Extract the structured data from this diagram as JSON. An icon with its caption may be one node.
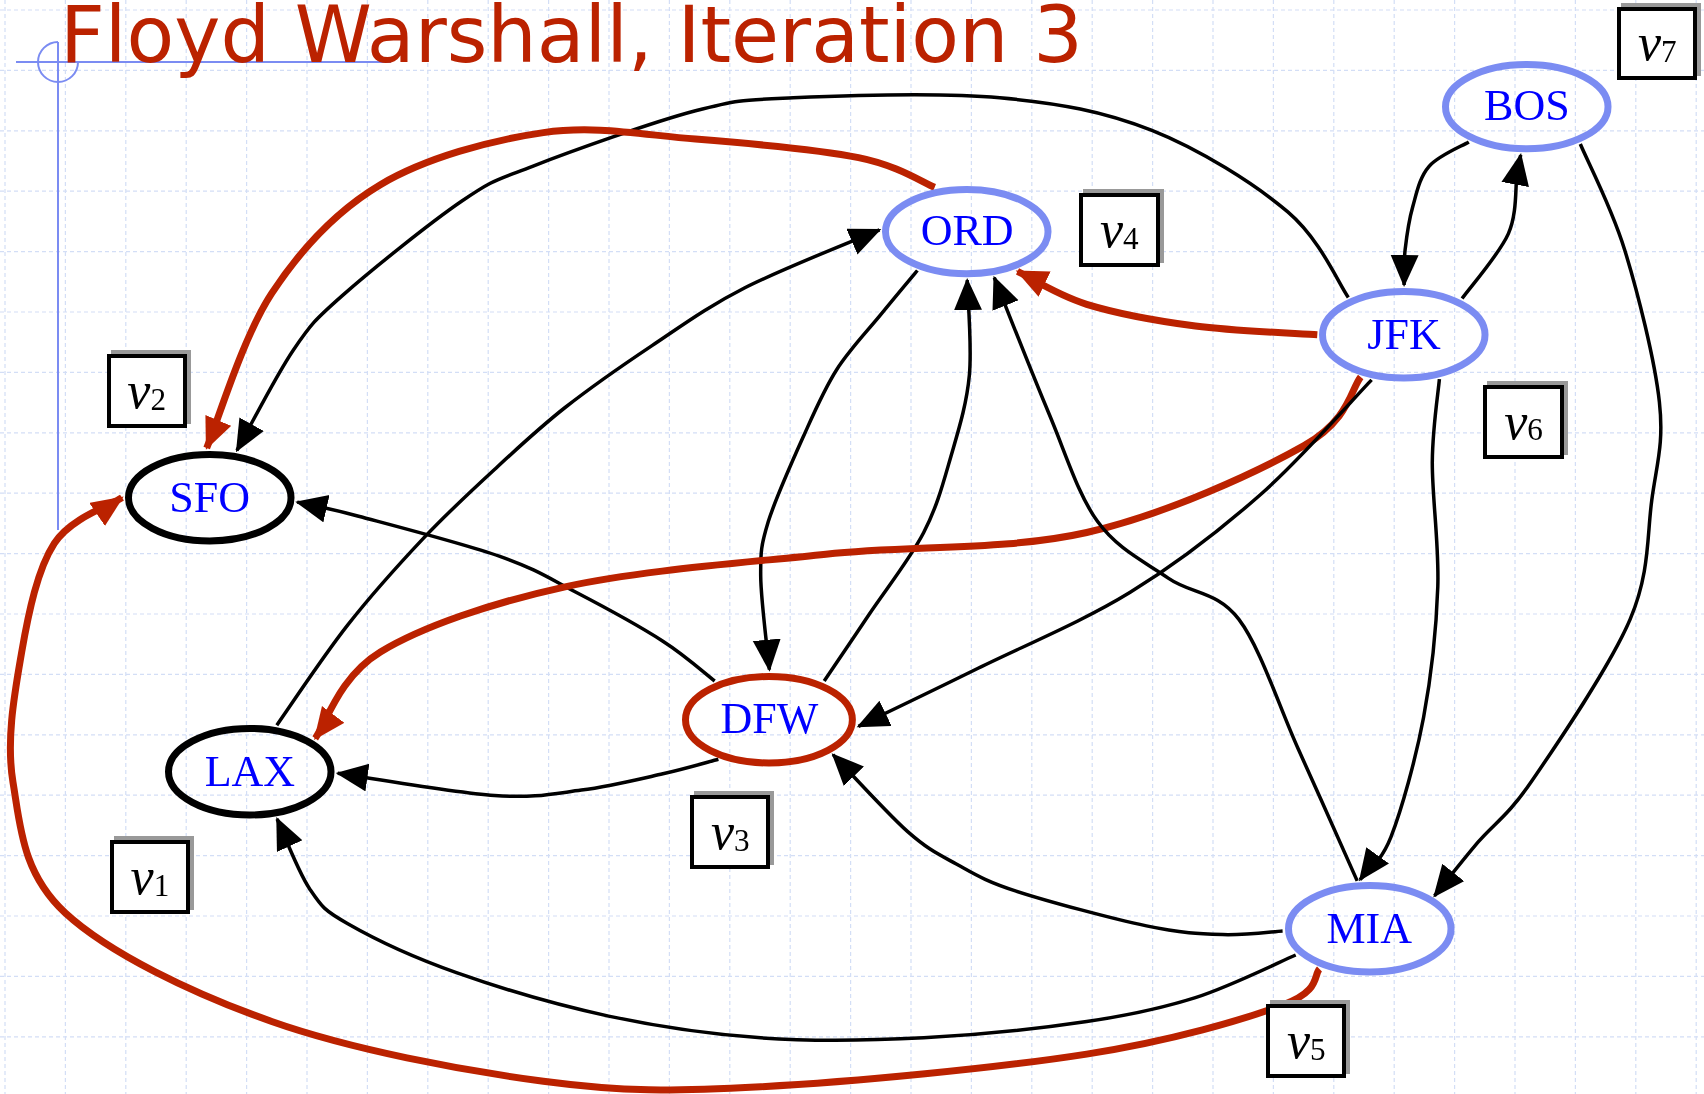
{
  "diagram": {
    "title": "Floyd Warshall, Iteration 3",
    "nodes": [
      {
        "text": [
          "SFO"
        ]
      },
      {
        "text": [
          "LAX"
        ]
      },
      {
        "text": [
          "DFW"
        ]
      },
      {
        "text": [
          "ORD"
        ]
      },
      {
        "text": [
          "JFK"
        ]
      },
      {
        "text": [
          "BOS"
        ]
      },
      {
        "text": [
          "MIA"
        ]
      },
      {
        "text": [
          "*v*$_{1}$"
        ]
      },
      {
        "text": [
          "*v*$_{2}$"
        ]
      },
      {
        "text": [
          "*v*$_{3}$"
        ]
      },
      {
        "text": [
          "*v*$_{4}$"
        ]
      },
      {
        "text": [
          "*v*$_{5}$"
        ]
      },
      {
        "text": [
          "*v*$_{6}$"
        ]
      },
      {
        "text": [
          "*v*$_{7}$"
        ]
      }
    ],
    "edges": [
      {
        "from": 4,
        "to": 0,
        "arrow": "to"
      },
      {
        "from": 3,
        "to": 0,
        "arrow": "to",
        "style": "thick",
        "color": "#bb2200"
      },
      {
        "from": 1,
        "to": 3,
        "arrow": "to"
      },
      {
        "from": 2,
        "to": 0,
        "arrow": "to"
      },
      {
        "from": 3,
        "to": 2,
        "arrow": "to"
      },
      {
        "from": 2,
        "to": 3,
        "arrow": "to"
      },
      {
        "from": 4,
        "to": 3,
        "arrow": "to",
        "style": "thick",
        "color": "#bb2200"
      },
      {
        "from": 4,
        "to": 1,
        "arrow": "to",
        "style": "thick",
        "color": "#bb2200"
      },
      {
        "from": 4,
        "to": 2,
        "arrow": "to"
      },
      {
        "from": 6,
        "to": 3,
        "arrow": "to"
      },
      {
        "from": 6,
        "to": 2,
        "arrow": "to"
      },
      {
        "from": 2,
        "to": 1,
        "arrow": "to"
      },
      {
        "from": 6,
        "to": 1,
        "arrow": "to"
      },
      {
        "from": 6,
        "to": 0,
        "arrow": "to",
        "style": "thick",
        "color": "#bb2200"
      },
      {
        "from": 5,
        "to": 4,
        "arrow": "to"
      },
      {
        "from": 4,
        "to": 5,
        "arrow": "to"
      },
      {
        "from": 4,
        "to": 6,
        "arrow": "to"
      },
      {
        "from": 5,
        "to": 6,
        "arrow": "to"
      }
    ]
  }
}
